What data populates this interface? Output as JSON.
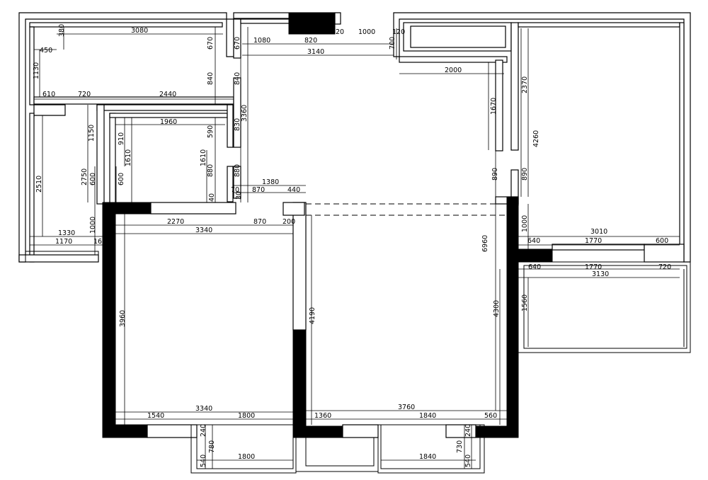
{
  "dimensions": {
    "top_left_380": "380",
    "top_3080": "3080",
    "top_670a": "670",
    "top_670b": "670",
    "top_1080": "1080",
    "top_820": "820",
    "top_20": "20",
    "top_1000": "1000",
    "top_120": "120",
    "top_700": "700",
    "top_3140": "3140",
    "left_450": "450",
    "left_1130": "1130",
    "mid_840a": "840",
    "mid_840b": "840",
    "right_2000": "2000",
    "right_2370": "2370",
    "left_610": "610",
    "left_720": "720",
    "mid_2440": "2440",
    "mid_3360": "3360",
    "right_1670": "1670",
    "left_1150": "1150",
    "mid_1960": "1960",
    "mid_590": "590",
    "mid_830": "830",
    "right_4260": "4260",
    "left_910": "910",
    "left_1610a": "1610",
    "mid_1610b": "1610",
    "left_2750": "2750",
    "mid_880a": "880",
    "mid_880b": "880",
    "right_890a": "890",
    "right_890b": "890",
    "left_2510": "2510",
    "left_600a": "600",
    "left_600b": "600",
    "mid_40": "40",
    "mid_1380": "1380",
    "mid_870a": "870",
    "mid_440": "440",
    "mid_70": "70",
    "mid_30": "30",
    "left_1000": "1000",
    "room_2270": "2270",
    "room_870b": "870",
    "room_200": "200",
    "right_1000": "1000",
    "room_3340a": "3340",
    "left_1330": "1330",
    "left_1170": "1170",
    "left_160": "160",
    "right_3010": "3010",
    "right_640a": "640",
    "right_1770a": "1770",
    "right_600": "600",
    "right_6960": "6960",
    "right_640b": "640",
    "right_1770b": "1770",
    "right_720": "720",
    "right_3130": "3130",
    "right_1560": "1560",
    "room_3960": "3960",
    "room_4190": "4190",
    "room_4300": "4300",
    "bottom_3760": "3760",
    "bottom_3340b": "3340",
    "bottom_1540": "1540",
    "bottom_1800a": "1800",
    "bottom_1360": "1360",
    "bottom_1840a": "1840",
    "bottom_560": "560",
    "bottom_240a": "240",
    "bottom_240b": "240",
    "bottom_780": "780",
    "bottom_730": "730",
    "bottom_540a": "540",
    "bottom_540b": "540",
    "bottom_1800b": "1800",
    "bottom_1840b": "1840"
  }
}
